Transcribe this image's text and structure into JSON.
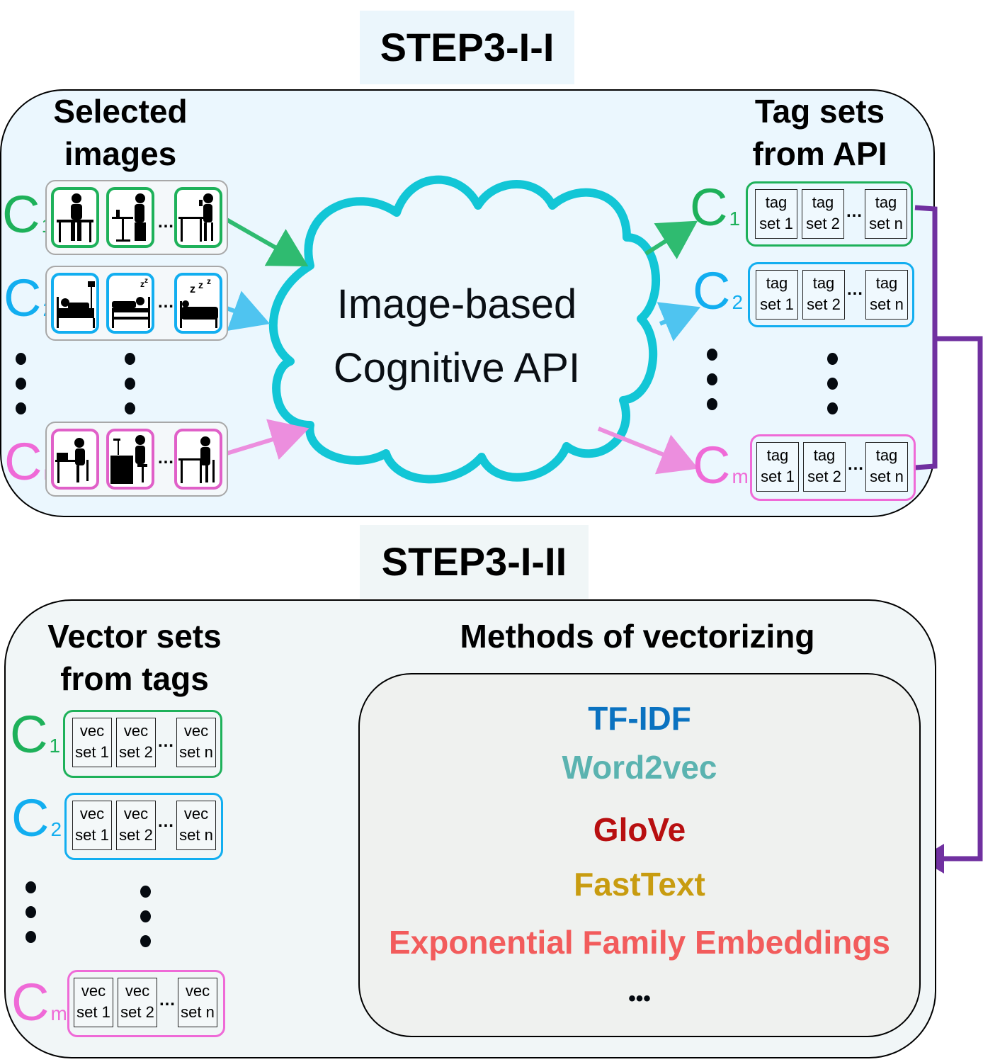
{
  "step1": {
    "title": "STEP3-I-I",
    "left_heading_line1": "Selected",
    "left_heading_line2": "images",
    "right_heading_line1": "Tag sets",
    "right_heading_line2": "from API",
    "cloud_line1": "Image-based",
    "cloud_line2": "Cognitive API",
    "classes": [
      {
        "letter": "C",
        "sub": "1",
        "color": "#1eb15a",
        "tile_color": "#1eb15a",
        "arrow_color": "#2fbb70",
        "images": [
          "person-eating-icon",
          "person-dining-icon",
          "person-reading-at-table-icon"
        ]
      },
      {
        "letter": "C",
        "sub": "2",
        "color": "#12aef0",
        "tile_color": "#12aef0",
        "arrow_color": "#4fc4f0",
        "images": [
          "person-reading-in-bed-icon",
          "person-sleeping-icon",
          "bed-sleeping-icon"
        ]
      },
      {
        "letter": "C",
        "sub": "m",
        "color": "#ef6ad7",
        "tile_color": "#e060c8",
        "arrow_color": "#ec8ede",
        "images": [
          "person-studying-icon",
          "person-at-desk-icon",
          "person-writing-icon"
        ]
      }
    ],
    "tag_sets": [
      {
        "line1": "tag",
        "line2": "set 1"
      },
      {
        "line1": "tag",
        "line2": "set 2"
      },
      {
        "line1": "tag",
        "line2": "set n"
      }
    ],
    "ellipsis": "…"
  },
  "step2": {
    "title": "STEP3-I-II",
    "left_heading_line1": "Vector sets",
    "left_heading_line2": "from tags",
    "right_heading": "Methods of vectorizing",
    "vec_sets": [
      {
        "line1": "vec",
        "line2": "set 1"
      },
      {
        "line1": "vec",
        "line2": "set 2"
      },
      {
        "line1": "vec",
        "line2": "set n"
      }
    ],
    "methods": [
      {
        "name": "TF-IDF",
        "color": "#0a72c0"
      },
      {
        "name": "Word2vec",
        "color": "#5bb3b0"
      },
      {
        "name": "GloVe",
        "color": "#b80f10"
      },
      {
        "name": "FastText",
        "color": "#c89c10"
      },
      {
        "name": "Exponential Family Embeddings",
        "color": "#f25c5c"
      },
      {
        "name": "•••",
        "color": "#050a10"
      }
    ]
  },
  "colors": {
    "connector": "#7030a0",
    "cloud_stroke": "#12c6d6"
  }
}
